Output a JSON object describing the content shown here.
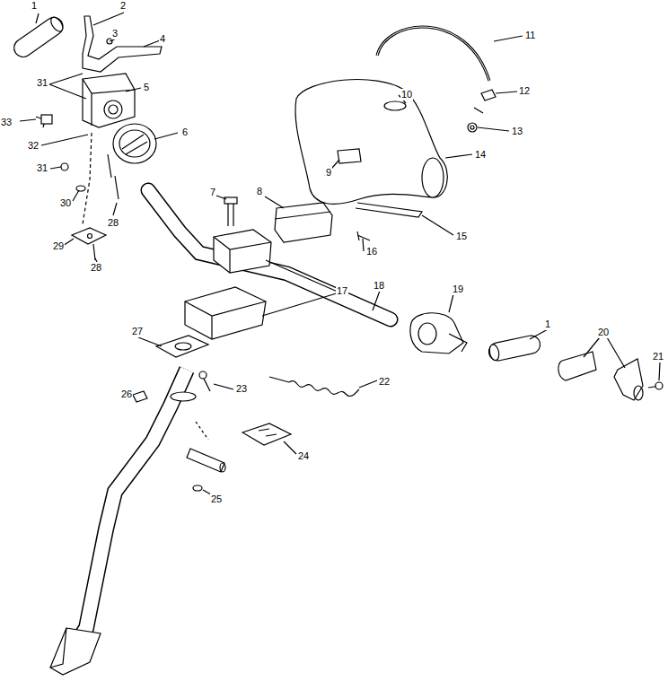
{
  "diagram": {
    "labels": [
      "1",
      "2",
      "3",
      "4",
      "31",
      "5",
      "33",
      "32",
      "6",
      "31",
      "30",
      "28",
      "29",
      "28",
      "7",
      "8",
      "9",
      "10",
      "11",
      "12",
      "13",
      "14",
      "15",
      "16",
      "17",
      "18",
      "19",
      "1",
      "20",
      "21",
      "22",
      "23",
      "24",
      "25",
      "26",
      "27"
    ]
  }
}
